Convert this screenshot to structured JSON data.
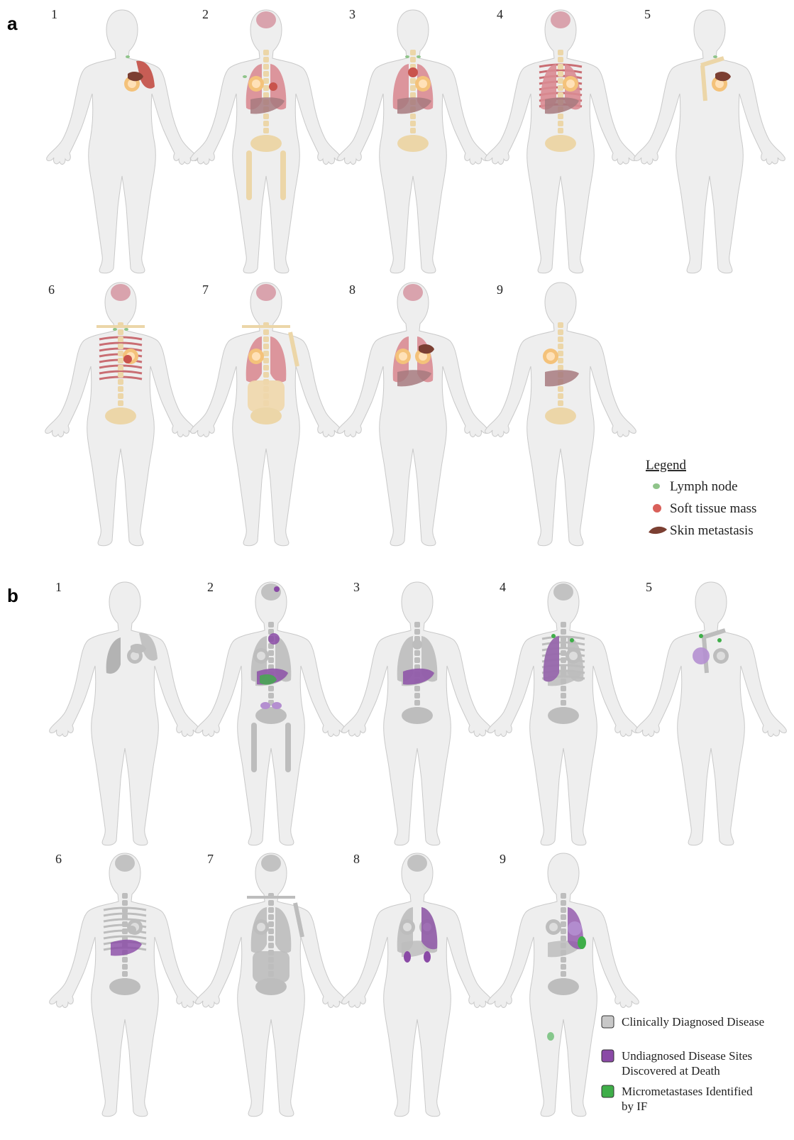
{
  "panels": [
    {
      "letter": "a",
      "mode": "color",
      "figures": [
        {
          "number": "1",
          "organs": [
            "chest-wall",
            "breast-left",
            "skin-metastasis",
            "lymph-node-neck-left"
          ]
        },
        {
          "number": "2",
          "organs": [
            "brain",
            "spine",
            "lungs",
            "breast-right",
            "liver",
            "soft-tissue",
            "pelvis",
            "femurs",
            "lymph-node-axilla-right"
          ]
        },
        {
          "number": "3",
          "organs": [
            "spine",
            "lungs",
            "breast-left",
            "liver",
            "soft-tissue-mediastinum",
            "pelvis",
            "lymph-node-neck"
          ]
        },
        {
          "number": "4",
          "organs": [
            "brain",
            "ribs",
            "spine",
            "lungs",
            "breast-left",
            "liver",
            "pelvis"
          ]
        },
        {
          "number": "5",
          "organs": [
            "clavicle-humerus",
            "breast-left",
            "skin-metastasis",
            "lymph-node-neck-left"
          ]
        },
        {
          "number": "6",
          "organs": [
            "brain",
            "ribs",
            "spine",
            "clavicles",
            "breast-left",
            "soft-tissue",
            "pelvis",
            "lymph-node"
          ]
        },
        {
          "number": "7",
          "organs": [
            "brain",
            "spine",
            "lungs",
            "breast-right",
            "humerus-left",
            "bowel",
            "pelvis",
            "clavicles"
          ]
        },
        {
          "number": "8",
          "organs": [
            "brain",
            "lungs",
            "breast-right",
            "breast-left",
            "liver",
            "skin-metastasis"
          ]
        },
        {
          "number": "9",
          "organs": [
            "spine",
            "breast-right",
            "liver",
            "pelvis"
          ]
        }
      ],
      "legend": {
        "title": "Legend",
        "items": [
          {
            "icon": "lymph-node-icon",
            "label": "Lymph node",
            "color": "#8fc48a"
          },
          {
            "icon": "soft-tissue-mass-icon",
            "label": "Soft tissue mass",
            "color": "#d9605a"
          },
          {
            "icon": "skin-metastasis-icon",
            "label": "Skin metastasis",
            "color": "#7b3f32"
          }
        ]
      }
    },
    {
      "letter": "b",
      "mode": "gray",
      "figures": [
        {
          "number": "1",
          "organs": [
            "chest-wall",
            "breast-left",
            "skin-metastasis",
            "lung-right-gray"
          ]
        },
        {
          "number": "2",
          "organs": [
            "brain",
            "spine",
            "lungs",
            "breast-right",
            "liver",
            "pelvis",
            "femurs",
            "purple-brain",
            "purple-mediastinum",
            "purple-liver",
            "purple-pelvis",
            "green-liver"
          ]
        },
        {
          "number": "3",
          "organs": [
            "spine",
            "lungs",
            "liver",
            "pelvis",
            "purple-liver",
            "soft-tissue-mediastinum"
          ]
        },
        {
          "number": "4",
          "organs": [
            "brain",
            "ribs",
            "spine",
            "lungs",
            "breast-left",
            "liver",
            "pelvis",
            "purple-lung",
            "green-nodes"
          ]
        },
        {
          "number": "5",
          "organs": [
            "clavicle-humerus",
            "breast-left",
            "purple-breast-right",
            "green-nodes"
          ]
        },
        {
          "number": "6",
          "organs": [
            "brain",
            "ribs",
            "spine",
            "breast-left",
            "soft-tissue",
            "pelvis",
            "purple-liver"
          ]
        },
        {
          "number": "7",
          "organs": [
            "brain",
            "spine",
            "lungs",
            "breast-right",
            "humerus-left",
            "bowel",
            "pelvis",
            "clavicles"
          ]
        },
        {
          "number": "8",
          "organs": [
            "brain",
            "lungs",
            "breast-right",
            "breast-left",
            "liver",
            "purple-lung-left",
            "purple-kidneys"
          ]
        },
        {
          "number": "9",
          "organs": [
            "spine",
            "breast-right",
            "liver",
            "pelvis",
            "purple-lung-left",
            "purple-breast-left",
            "green-spleen",
            "green-node-leg"
          ]
        }
      ],
      "legend": {
        "items": [
          {
            "icon": "gray-square-icon",
            "lines": [
              "Clinically Diagnosed Disease"
            ],
            "color": "#c8c8c8"
          },
          {
            "icon": "purple-square-icon",
            "lines": [
              "Undiagnosed Disease Sites",
              "Discovered at Death"
            ],
            "color": "#8a4aa6"
          },
          {
            "icon": "green-square-icon",
            "lines": [
              "Micrometastases Identified",
              "by IF"
            ],
            "color": "#3fae49"
          }
        ]
      }
    }
  ],
  "colors": {
    "body_fill": "#eeeeee",
    "body_stroke": "#c9c9c9",
    "lung": "#d98b92",
    "liver": "#a77a7f",
    "bone": "#ecd6a8",
    "brain": "#d69aa5",
    "breast": "#f4c27a",
    "breast_ring": "#ffe1b8",
    "ribs": "#c96d73",
    "skin": "#7b3f32",
    "soft_tissue": "#c9534c",
    "lymph": "#8fc48a",
    "bowel": "#f0d7ab",
    "gray_organ": "#bdbdbd",
    "gray_dark": "#9a9a9a",
    "purple": "#8a4aa6",
    "purple_light": "#b48fd0",
    "green": "#3fae49"
  }
}
